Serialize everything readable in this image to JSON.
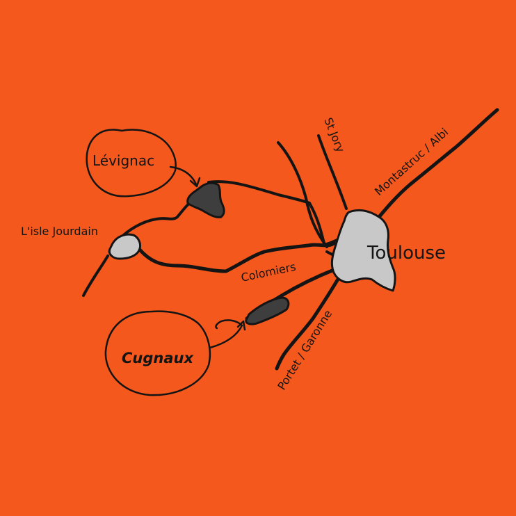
{
  "map": {
    "background_color": "#f4581c",
    "colors": {
      "city_fill": "#c8c8c8",
      "zone_fill": "#3e3e3e",
      "stroke": "#141414"
    },
    "labels": {
      "toulouse": "Toulouse",
      "colomiers": "Colomiers",
      "lisle_jourdain": "L'isle Jourdain",
      "levignac": "Lévignac",
      "cugnaux": "Cugnaux",
      "st_jory": "St Jory",
      "montastruc_albi": "Montastruc / Albi",
      "portet_garonne": "Portet / Garonne"
    }
  }
}
